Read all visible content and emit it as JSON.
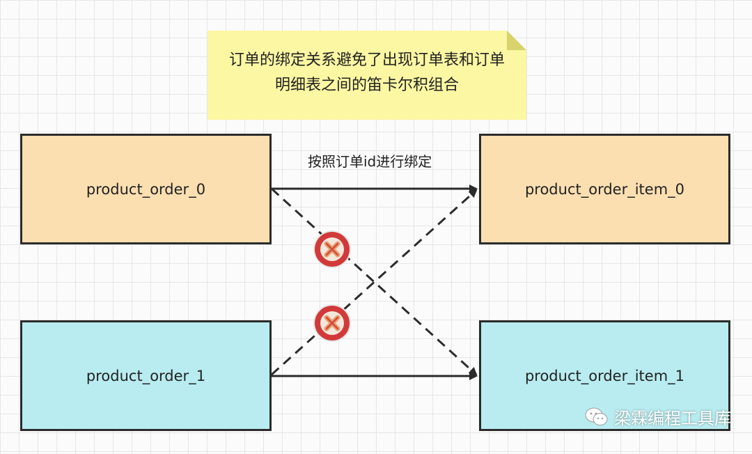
{
  "note": {
    "text": "订单的绑定关系避免了出现订单表和订单明细表之间的笛卡尔积组合"
  },
  "nodes": {
    "order_0": "product_order_0",
    "order_1": "product_order_1",
    "item_0": "product_order_item_0",
    "item_1": "product_order_item_1"
  },
  "edge_label": "按照订单id进行绑定",
  "watermark": {
    "text": "梁霖编程工具库",
    "icon": "wechat-icon"
  },
  "colors": {
    "orange_fill": "#fbdfb1",
    "cyan_fill": "#b8ecf0",
    "note_fill": "#fbf7a3",
    "forbid_red": "#d23a3a"
  }
}
